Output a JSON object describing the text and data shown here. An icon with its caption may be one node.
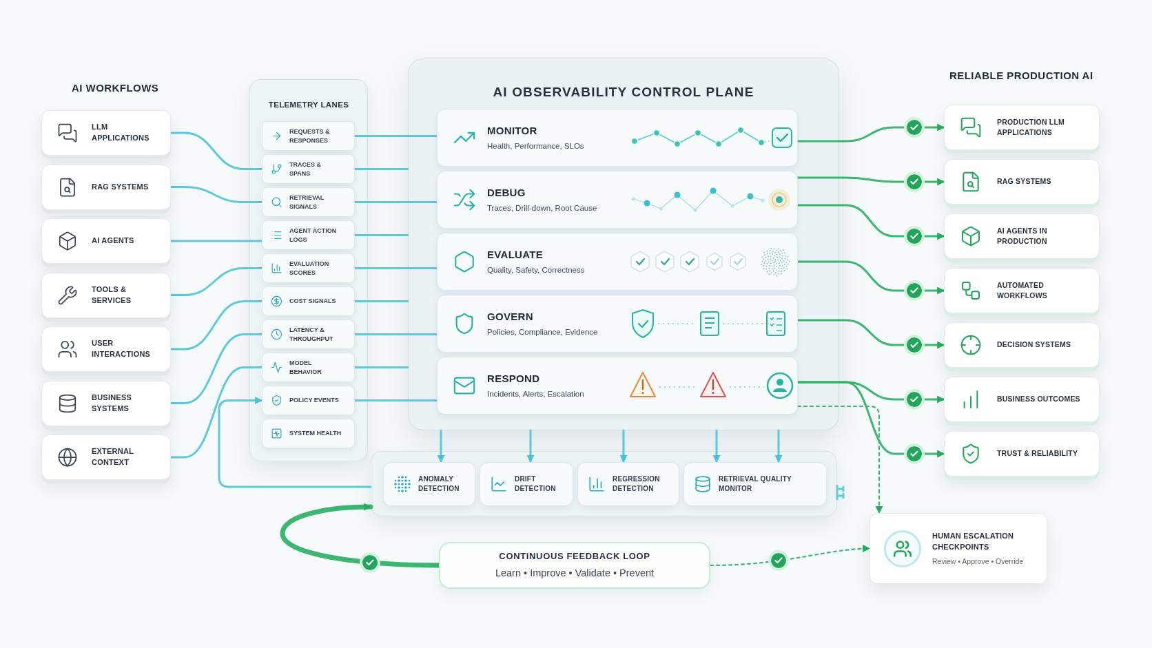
{
  "diagram": {
    "nodes": [
      {
        "text": [
          "LLM APPLICATIONS"
        ]
      },
      {
        "text": [
          "RAG SYSTEMS"
        ]
      },
      {
        "text": [
          "AI AGENTS"
        ]
      },
      {
        "text": [
          "TOOLS & SERVICES"
        ]
      },
      {
        "text": [
          "USER INTERACTIONS"
        ]
      },
      {
        "text": [
          "BUSINESS SYSTEMS"
        ]
      },
      {
        "text": [
          "EXTERNAL CONTEXT"
        ]
      },
      {
        "text": [
          "TELEMETRY LANES"
        ]
      },
      {
        "text": [
          "REQUESTS & RESPONSES"
        ],
        "in": 7
      },
      {
        "text": [
          "TRACES & SPANS"
        ],
        "in": 7
      },
      {
        "text": [
          "RETRIEVAL SIGNALS"
        ],
        "in": 7
      },
      {
        "text": [
          "AGENT ACTION LOGS"
        ],
        "in": 7
      },
      {
        "text": [
          "EVALUATION SCORES"
        ],
        "in": 7
      },
      {
        "text": [
          "COST SIGNALS"
        ],
        "in": 7
      },
      {
        "text": [
          "LATENCY & THROUGHPUT"
        ],
        "in": 7
      },
      {
        "text": [
          "MODEL BEHAVIOR"
        ],
        "in": 7
      },
      {
        "text": [
          "POLICY EVENTS"
        ],
        "in": 7
      },
      {
        "text": [
          "SYSTEM HEALTH"
        ],
        "in": 7
      },
      {
        "text": [
          "AI OBSERVABILITY CONTROL PLANE"
        ]
      },
      {
        "text": [
          "MONITOR",
          "Health, Performance, SLOs"
        ],
        "in": 18
      },
      {
        "text": [
          "DEBUG",
          "Traces, Drill-down, Root Cause"
        ],
        "in": 18
      },
      {
        "text": [
          "EVALUATE",
          "Quality, Safety, Correctness"
        ],
        "in": 18
      },
      {
        "text": [
          "GOVERN",
          "Policies, Compliance, Evidence"
        ],
        "in": 18
      },
      {
        "text": [
          "RESPOND",
          "Incidents, Alerts, Escalation"
        ],
        "in": 18
      },
      {
        "text": [],
        "shape": "box"
      },
      {
        "text": [
          "ANOMALY DETECTION"
        ],
        "in": 24
      },
      {
        "text": [
          "DRIFT DETECTION"
        ],
        "in": 24
      },
      {
        "text": [
          "REGRESSION DETECTION"
        ],
        "in": 24
      },
      {
        "text": [
          "RETRIEVAL QUALITY MONITOR"
        ],
        "in": 24
      },
      {
        "text": [
          "PRODUCTION LLM APPLICATIONS"
        ]
      },
      {
        "text": [
          "RAG SYSTEMS"
        ]
      },
      {
        "text": [
          "AI AGENTS IN PRODUCTION"
        ]
      },
      {
        "text": [
          "AUTOMATED WORKFLOWS"
        ]
      },
      {
        "text": [
          "DECISION SYSTEMS"
        ]
      },
      {
        "text": [
          "BUSINESS OUTCOMES"
        ]
      },
      {
        "text": [
          "TRUST & RELIABILITY"
        ]
      },
      {
        "text": [
          "HUMAN ESCALATION CHECKPOINTS",
          "Review • Approve • Override"
        ]
      },
      {
        "text": [
          "CONTINUOUS FEEDBACK LOOP",
          "Learn • Improve • Validate • Prevent"
        ]
      }
    ],
    "edges": [
      {
        "from": 0,
        "to": 9,
        "arrow": "none"
      },
      {
        "from": 1,
        "to": 10,
        "arrow": "none"
      },
      {
        "from": 2,
        "to": 11,
        "arrow": "none"
      },
      {
        "from": 3,
        "to": 12,
        "arrow": "none"
      },
      {
        "from": 4,
        "to": 13,
        "arrow": "none"
      },
      {
        "from": 5,
        "to": 14,
        "arrow": "none"
      },
      {
        "from": 6,
        "to": 15,
        "arrow": "none"
      },
      {
        "from": 8,
        "to": 19,
        "arrow": "none"
      },
      {
        "from": 9,
        "to": 18,
        "arrow": "none"
      },
      {
        "from": 10,
        "to": 20,
        "arrow": "none"
      },
      {
        "from": 11,
        "to": 18,
        "arrow": "none"
      },
      {
        "from": 12,
        "to": 21,
        "arrow": "none"
      },
      {
        "from": 13,
        "to": 18,
        "arrow": "none"
      },
      {
        "from": 14,
        "to": 22,
        "arrow": "none"
      },
      {
        "from": 15,
        "to": 18,
        "arrow": "none"
      },
      {
        "from": 16,
        "to": 23,
        "arrow": "none"
      },
      {
        "from": 18,
        "to": 25,
        "arrow": "to"
      },
      {
        "from": 18,
        "to": 26,
        "arrow": "to"
      },
      {
        "from": 18,
        "to": 27,
        "arrow": "to"
      },
      {
        "from": 18,
        "to": 28,
        "arrow": "to"
      },
      {
        "from": 18,
        "to": 28,
        "arrow": "to"
      },
      {
        "from": 19,
        "to": 29,
        "arrow": "to",
        "color": "#27ae60"
      },
      {
        "from": 20,
        "to": 30,
        "arrow": "to",
        "color": "#27ae60"
      },
      {
        "from": 20,
        "to": 31,
        "arrow": "to",
        "color": "#27ae60"
      },
      {
        "from": 21,
        "to": 32,
        "arrow": "to",
        "color": "#27ae60"
      },
      {
        "from": 22,
        "to": 33,
        "arrow": "to",
        "color": "#27ae60"
      },
      {
        "from": 23,
        "to": 34,
        "arrow": "to",
        "color": "#27ae60"
      },
      {
        "from": 23,
        "to": 35,
        "arrow": "to",
        "color": "#27ae60"
      },
      {
        "from": 23,
        "to": 36,
        "arrow": "to",
        "style": "dashed",
        "color": "#27ae60"
      },
      {
        "from": 24,
        "to": 16,
        "arrow": "to"
      },
      {
        "from": 37,
        "to": 24,
        "arrow": "to",
        "style": "thick",
        "color": "#27ae60"
      },
      {
        "from": 37,
        "to": 36,
        "arrow": "to",
        "style": "dashed",
        "color": "#27ae60"
      }
    ],
    "labels": [
      "AI WORKFLOWS",
      "RELIABLE PRODUCTION AI"
    ]
  }
}
